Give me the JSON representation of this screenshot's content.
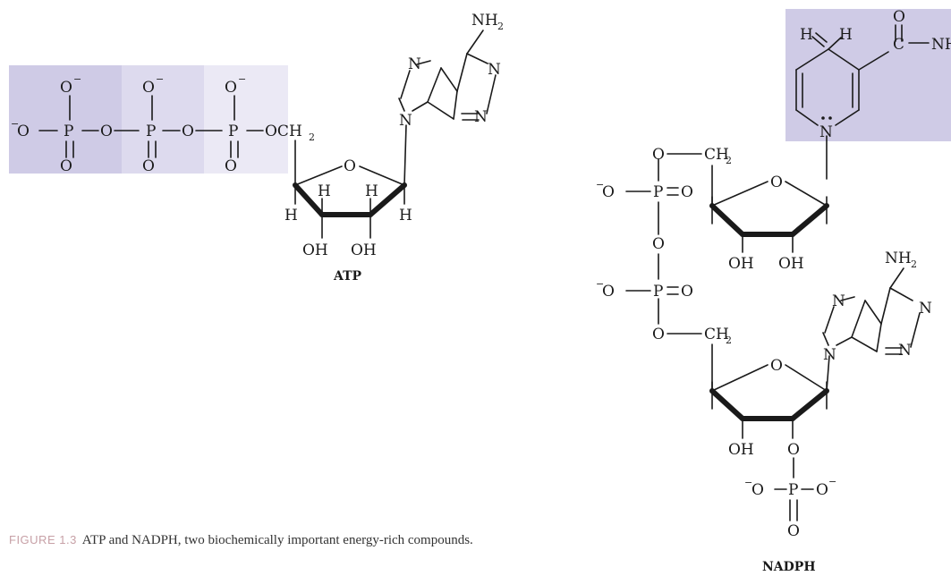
{
  "figure": {
    "label": "FIGURE 1.3",
    "caption": "ATP and NADPH, two biochemically important energy-rich compounds.",
    "label_color": "#c7a0a6",
    "highlight_colors": {
      "phosphate_alpha": "#cfcbe6",
      "phosphate_beta": "#dddaee",
      "phosphate_gamma": "#ebe9f5",
      "nicotinamide": "#cfcbe6"
    }
  },
  "compounds": {
    "atp": {
      "name": "ATP"
    },
    "nadph": {
      "name": "NADPH"
    }
  },
  "atoms": {
    "o": "O",
    "p": "P",
    "n": "N",
    "h": "H",
    "c": "C",
    "oh": "OH",
    "nh": "NH",
    "och": "OCH",
    "ch": "CH",
    "sub2": "2",
    "minus": "−"
  }
}
